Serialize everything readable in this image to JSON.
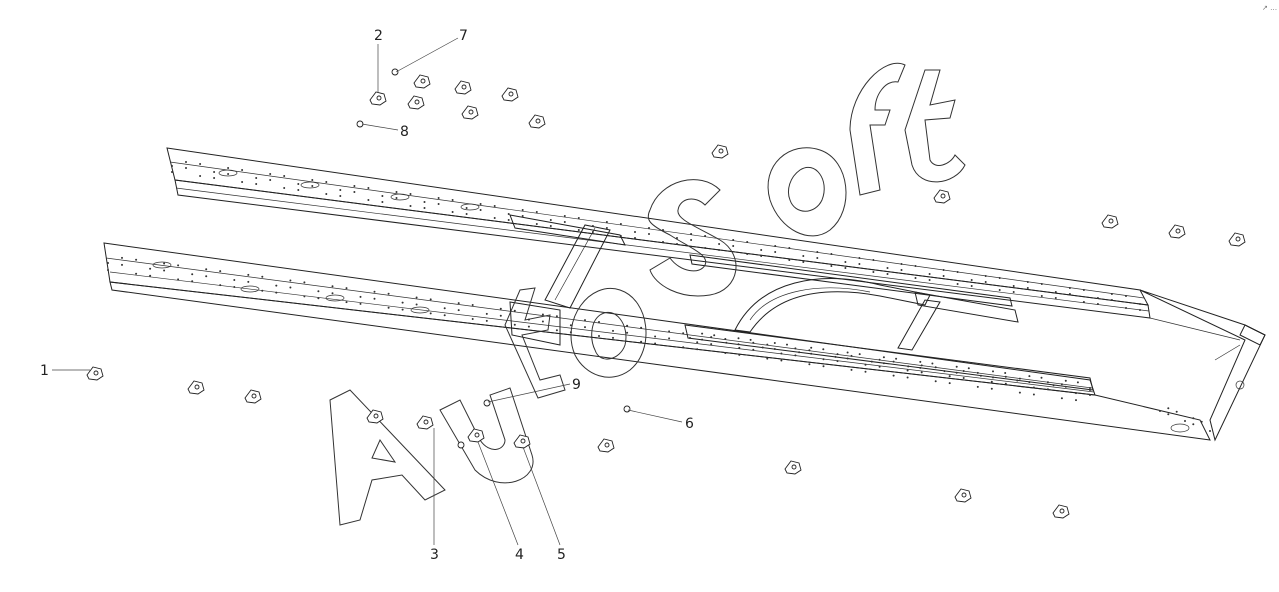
{
  "watermark": {
    "text": "AutoSoft"
  },
  "corner_mark": "↗ …",
  "callouts": [
    {
      "id": "1",
      "label": "1"
    },
    {
      "id": "2",
      "label": "2"
    },
    {
      "id": "3",
      "label": "3"
    },
    {
      "id": "4",
      "label": "4"
    },
    {
      "id": "5",
      "label": "5"
    },
    {
      "id": "6",
      "label": "6"
    },
    {
      "id": "7",
      "label": "7"
    },
    {
      "id": "8",
      "label": "8"
    },
    {
      "id": "9",
      "label": "9"
    }
  ]
}
